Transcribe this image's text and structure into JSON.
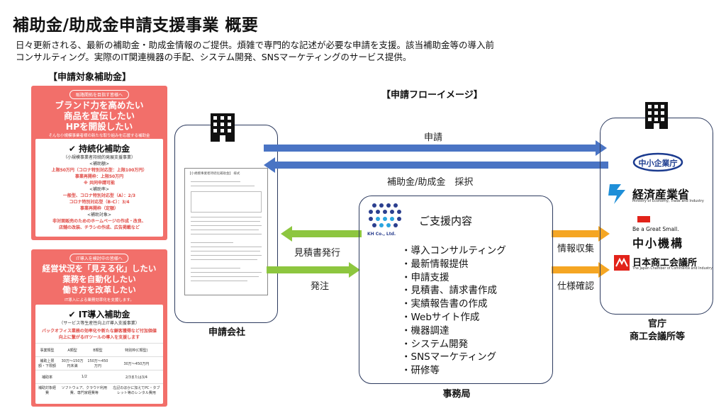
{
  "title": "補助金/助成金申請支援事業 概要",
  "description": [
    "日々更新される、最新の補助金・助成金情報のご提供。煩雑で専門的な記述が必要な申請を支援。該当補助金等の導入前",
    "コンサルティング。実際のIT関連機器の手配、システム開発、SNSマーケティングのサービス提供。"
  ],
  "target_label": "【申請対象補助金】",
  "flow_label": "【申請フローイメージ】",
  "flyer1": {
    "pill": "販路開拓を目指す皆様へ",
    "headline": [
      "ブランド力を高めたい",
      "商品を宣伝したい",
      "HPを開設したい"
    ],
    "subline": "そんな小規模事業者様の新たな取り組みを応援する補助金",
    "name": "✔ 持続化補助金",
    "name_sub": "（小規模事業者持続的発展支援事業）",
    "lines": [
      "上限50万円（コロナ特別対応型：上限100万円）",
      "事業再開枠：上限50万円",
      "※ 共同申請可能",
      "<補助率>",
      "一般型、コロナ特別対応型（A）：2/3",
      "コロナ特別対応型（B-C）：3/4",
      "事業再開枠（定額）",
      "<補助対象>",
      "非対面販売のためのホームページの作成・改良、",
      "店舗の改装、チラシの作成、広告掲載など"
    ],
    "limit_label": "<補助額>"
  },
  "flyer2": {
    "pill": "IT導入を検討中の皆様へ",
    "headline": [
      "経営状況を「見える化」したい",
      "業務を自動化したい",
      "働き方を改革したい"
    ],
    "subline": "IT導入による業務効率化を支援します。",
    "name": "✔ IT導入補助金",
    "name_sub": "（サービス等生産性向上IT導入支援事業）",
    "line": "バックオフィス業務の効率化や新たな顧客獲得など付加価値向上に繋がるITツールの導入を支援します",
    "table": [
      [
        "事業類型",
        "A類型",
        "B類型",
        "特別枠(C類型)"
      ],
      [
        "補助上限額・下限額",
        "30万〜150万円未満",
        "150万〜450万円",
        "30万〜450万円"
      ],
      [
        "補助率",
        "1/2",
        "",
        "2/3または3/4"
      ],
      [
        "補助対象経費",
        "ソフトウェア、クラウド利用費、専門家経費等",
        "",
        "左記のほかに加えてPC・タブレット等のレンタル費用"
      ]
    ]
  },
  "left_box": {
    "label": "申請会社",
    "doc_title": "【小規模事業者持続化補助金】 様式"
  },
  "arrows": {
    "apply": "申請",
    "subsidy": "補助金/助成金　採択",
    "estimate": "見積書発行",
    "order": "発注",
    "info": "情報収集",
    "spec": "仕様確認"
  },
  "mid_box": {
    "label": "事務局",
    "title": "ご支援内容",
    "logo_text": "KH Co., Ltd.",
    "services": [
      "・導入コンサルティング",
      "・最新情報提供",
      "・申請支援",
      "・見積書、請求書作成",
      "・実績報告書の作成",
      "・Webサイト作成",
      "・機器調達",
      "・システム開発",
      "・SNSマーケティング",
      "・研修等"
    ]
  },
  "right_box": {
    "label": [
      "官庁",
      "商工会議所等"
    ],
    "logos": {
      "sme": "中小企業庁",
      "meti": "経済産業省",
      "meti_en": "Ministry of Economy, Trade and Industry",
      "smrj_tag": "Be a Great Small.",
      "smrj": "中小機構",
      "jcci": "日本商工会議所",
      "jcci_en": "The Japan Chamber of Commerce and Industry"
    }
  },
  "colors": {
    "blue_arrow": "#4a74c4",
    "green_arrow": "#8dc63f",
    "orange_arrow": "#f5a623",
    "flyer": "#f26f6a",
    "box_border": "#2c3a5e"
  }
}
